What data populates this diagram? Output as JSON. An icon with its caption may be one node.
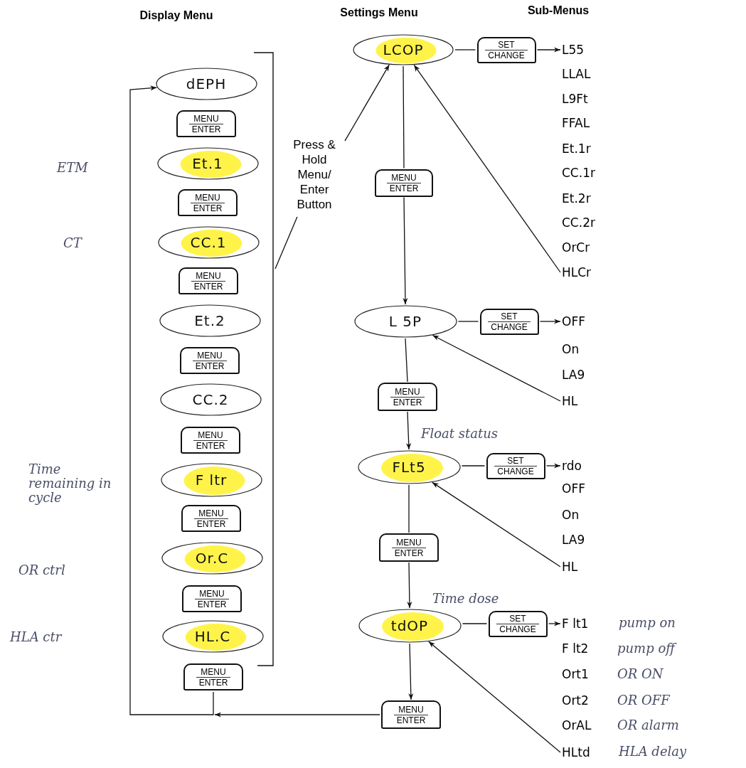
{
  "diagram": {
    "nodes": [
      {
        "text": [
          "dEPH"
        ]
      },
      {
        "text": [
          "MENU",
          "ENTER"
        ]
      },
      {
        "text": [
          "Et.1"
        ]
      },
      {
        "text": [
          "MENU",
          "ENTER"
        ]
      },
      {
        "text": [
          "CC.1"
        ]
      },
      {
        "text": [
          "MENU",
          "ENTER"
        ]
      },
      {
        "text": [
          "Et.2"
        ]
      },
      {
        "text": [
          "MENU",
          "ENTER"
        ]
      },
      {
        "text": [
          "CC.2"
        ]
      },
      {
        "text": [
          "MENU",
          "ENTER"
        ]
      },
      {
        "text": [
          "F ltr"
        ],
        "beside": [
          "Time remaining in cycle"
        ]
      },
      {
        "text": [
          "MENU",
          "ENTER"
        ]
      },
      {
        "text": [
          "Or.C"
        ]
      },
      {
        "text": [
          "MENU",
          "ENTER"
        ]
      },
      {
        "text": [
          "HL.C"
        ]
      },
      {
        "text": [
          "MENU",
          "ENTER"
        ]
      },
      {
        "text": [
          "Press & Hold Menu/ Enter Button"
        ]
      },
      {
        "text": [
          "LCOP"
        ]
      },
      {
        "text": [
          "SET",
          "CHANGE"
        ]
      },
      {
        "text": [
          "L55"
        ]
      },
      {
        "text": [
          "HLCr"
        ]
      },
      {
        "text": [
          "MENU",
          "ENTER"
        ]
      },
      {
        "text": [
          "L 5P"
        ]
      },
      {
        "text": [
          "SET",
          "CHANGE"
        ]
      },
      {
        "text": [
          "OFF"
        ]
      },
      {
        "text": [
          "HL"
        ]
      },
      {
        "text": [
          "MENU",
          "ENTER"
        ]
      },
      {
        "text": [
          "FLt5"
        ],
        "beside": [
          "Float status"
        ]
      },
      {
        "text": [
          "SET",
          "CHANGE"
        ]
      },
      {
        "text": [
          "rdo"
        ]
      },
      {
        "text": [
          "HL"
        ]
      },
      {
        "text": [
          "MENU",
          "ENTER"
        ]
      },
      {
        "text": [
          "tdOP"
        ],
        "beside": [
          "Time dose"
        ]
      },
      {
        "text": [
          "SET",
          "CHANGE"
        ]
      },
      {
        "text": [
          "F lt1"
        ],
        "beside": [
          "pump on"
        ]
      },
      {
        "text": [
          "HLtd"
        ],
        "beside": [
          "HLA delay"
        ]
      },
      {
        "text": [
          "MENU",
          "ENTER"
        ]
      },
      {
        "text": [],
        "shape": "bracket"
      }
    ],
    "edges": [
      {
        "from": 15,
        "to": 0,
        "arrow": "to"
      },
      {
        "from": 36,
        "to": 15,
        "arrow": "to"
      },
      {
        "from": 16,
        "to": 17,
        "arrow": "to"
      },
      {
        "from": 16,
        "to": 37,
        "arrow": "none"
      },
      {
        "from": 17,
        "to": 18,
        "arrow": "none"
      },
      {
        "from": 18,
        "to": 19,
        "arrow": "to"
      },
      {
        "from": 20,
        "to": 17,
        "arrow": "to"
      },
      {
        "from": 17,
        "to": 21,
        "arrow": "none"
      },
      {
        "from": 21,
        "to": 22,
        "arrow": "to"
      },
      {
        "from": 22,
        "to": 23,
        "arrow": "none"
      },
      {
        "from": 23,
        "to": 24,
        "arrow": "to"
      },
      {
        "from": 25,
        "to": 22,
        "arrow": "to"
      },
      {
        "from": 22,
        "to": 26,
        "arrow": "none"
      },
      {
        "from": 26,
        "to": 27,
        "arrow": "to"
      },
      {
        "from": 27,
        "to": 28,
        "arrow": "none"
      },
      {
        "from": 28,
        "to": 29,
        "arrow": "to"
      },
      {
        "from": 30,
        "to": 27,
        "arrow": "to"
      },
      {
        "from": 27,
        "to": 31,
        "arrow": "none"
      },
      {
        "from": 31,
        "to": 32,
        "arrow": "to"
      },
      {
        "from": 32,
        "to": 33,
        "arrow": "none"
      },
      {
        "from": 33,
        "to": 34,
        "arrow": "to"
      },
      {
        "from": 35,
        "to": 32,
        "arrow": "to"
      },
      {
        "from": 32,
        "to": 36,
        "arrow": "to"
      }
    ],
    "labels": [
      "Display Menu",
      "Settings Menu",
      "Sub-Menus",
      "ETM",
      "CT",
      "OR ctrl",
      "HLA ctr",
      "LLAL",
      "L9Ft",
      "FFAL",
      "Et.1r",
      "CC.1r",
      "Et.2r",
      "CC.2r",
      "OrCr",
      "On",
      "LA9",
      "OFF",
      "On",
      "LA9",
      "F lt2",
      "pump off",
      "Ort1",
      "OR ON",
      "Ort2",
      "OR OFF",
      "OrAL",
      "OR alarm"
    ]
  }
}
